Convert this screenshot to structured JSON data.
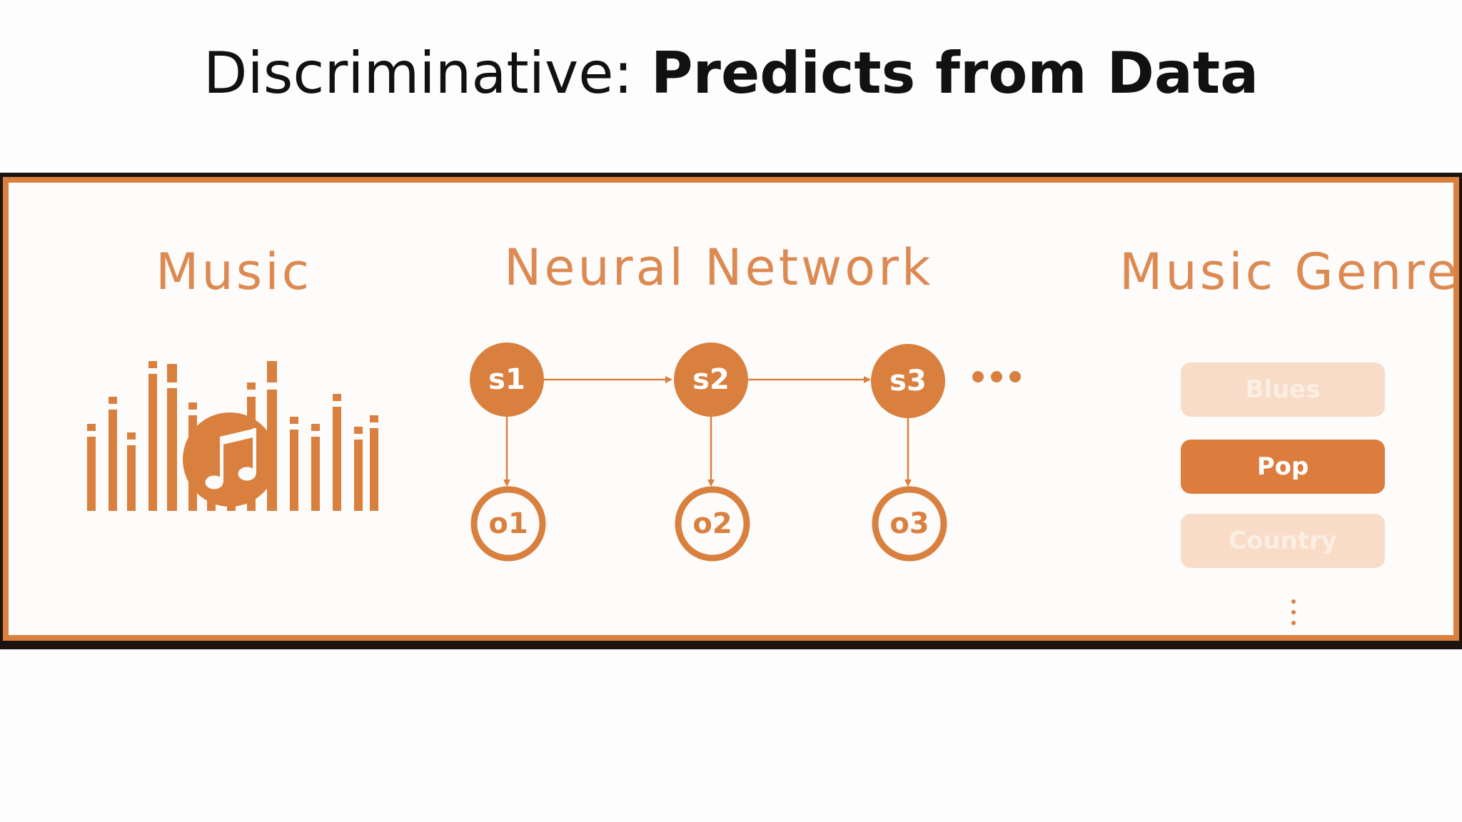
{
  "title": {
    "prefix": "Discriminative: ",
    "emphasis": "Predicts from Data"
  },
  "panel": {
    "music_title": "Music",
    "network_title": "Neural Network",
    "genre_title": "Music Genre",
    "state_nodes": [
      "s1",
      "s2",
      "s3"
    ],
    "output_nodes": [
      "o1",
      "o2",
      "o3"
    ],
    "genres": [
      "Blues",
      "Pop",
      "Country"
    ],
    "selected_genre": "Pop"
  },
  "colors": {
    "accent": "#d9803f",
    "accent_light": "#f8dcc8",
    "title_text": "#111111",
    "frame_dark": "#1d1410"
  },
  "icons": {
    "music": "equalizer-music-note-icon",
    "continuation": "horizontal-ellipsis-icon",
    "more_genres": "vertical-ellipsis-icon"
  }
}
